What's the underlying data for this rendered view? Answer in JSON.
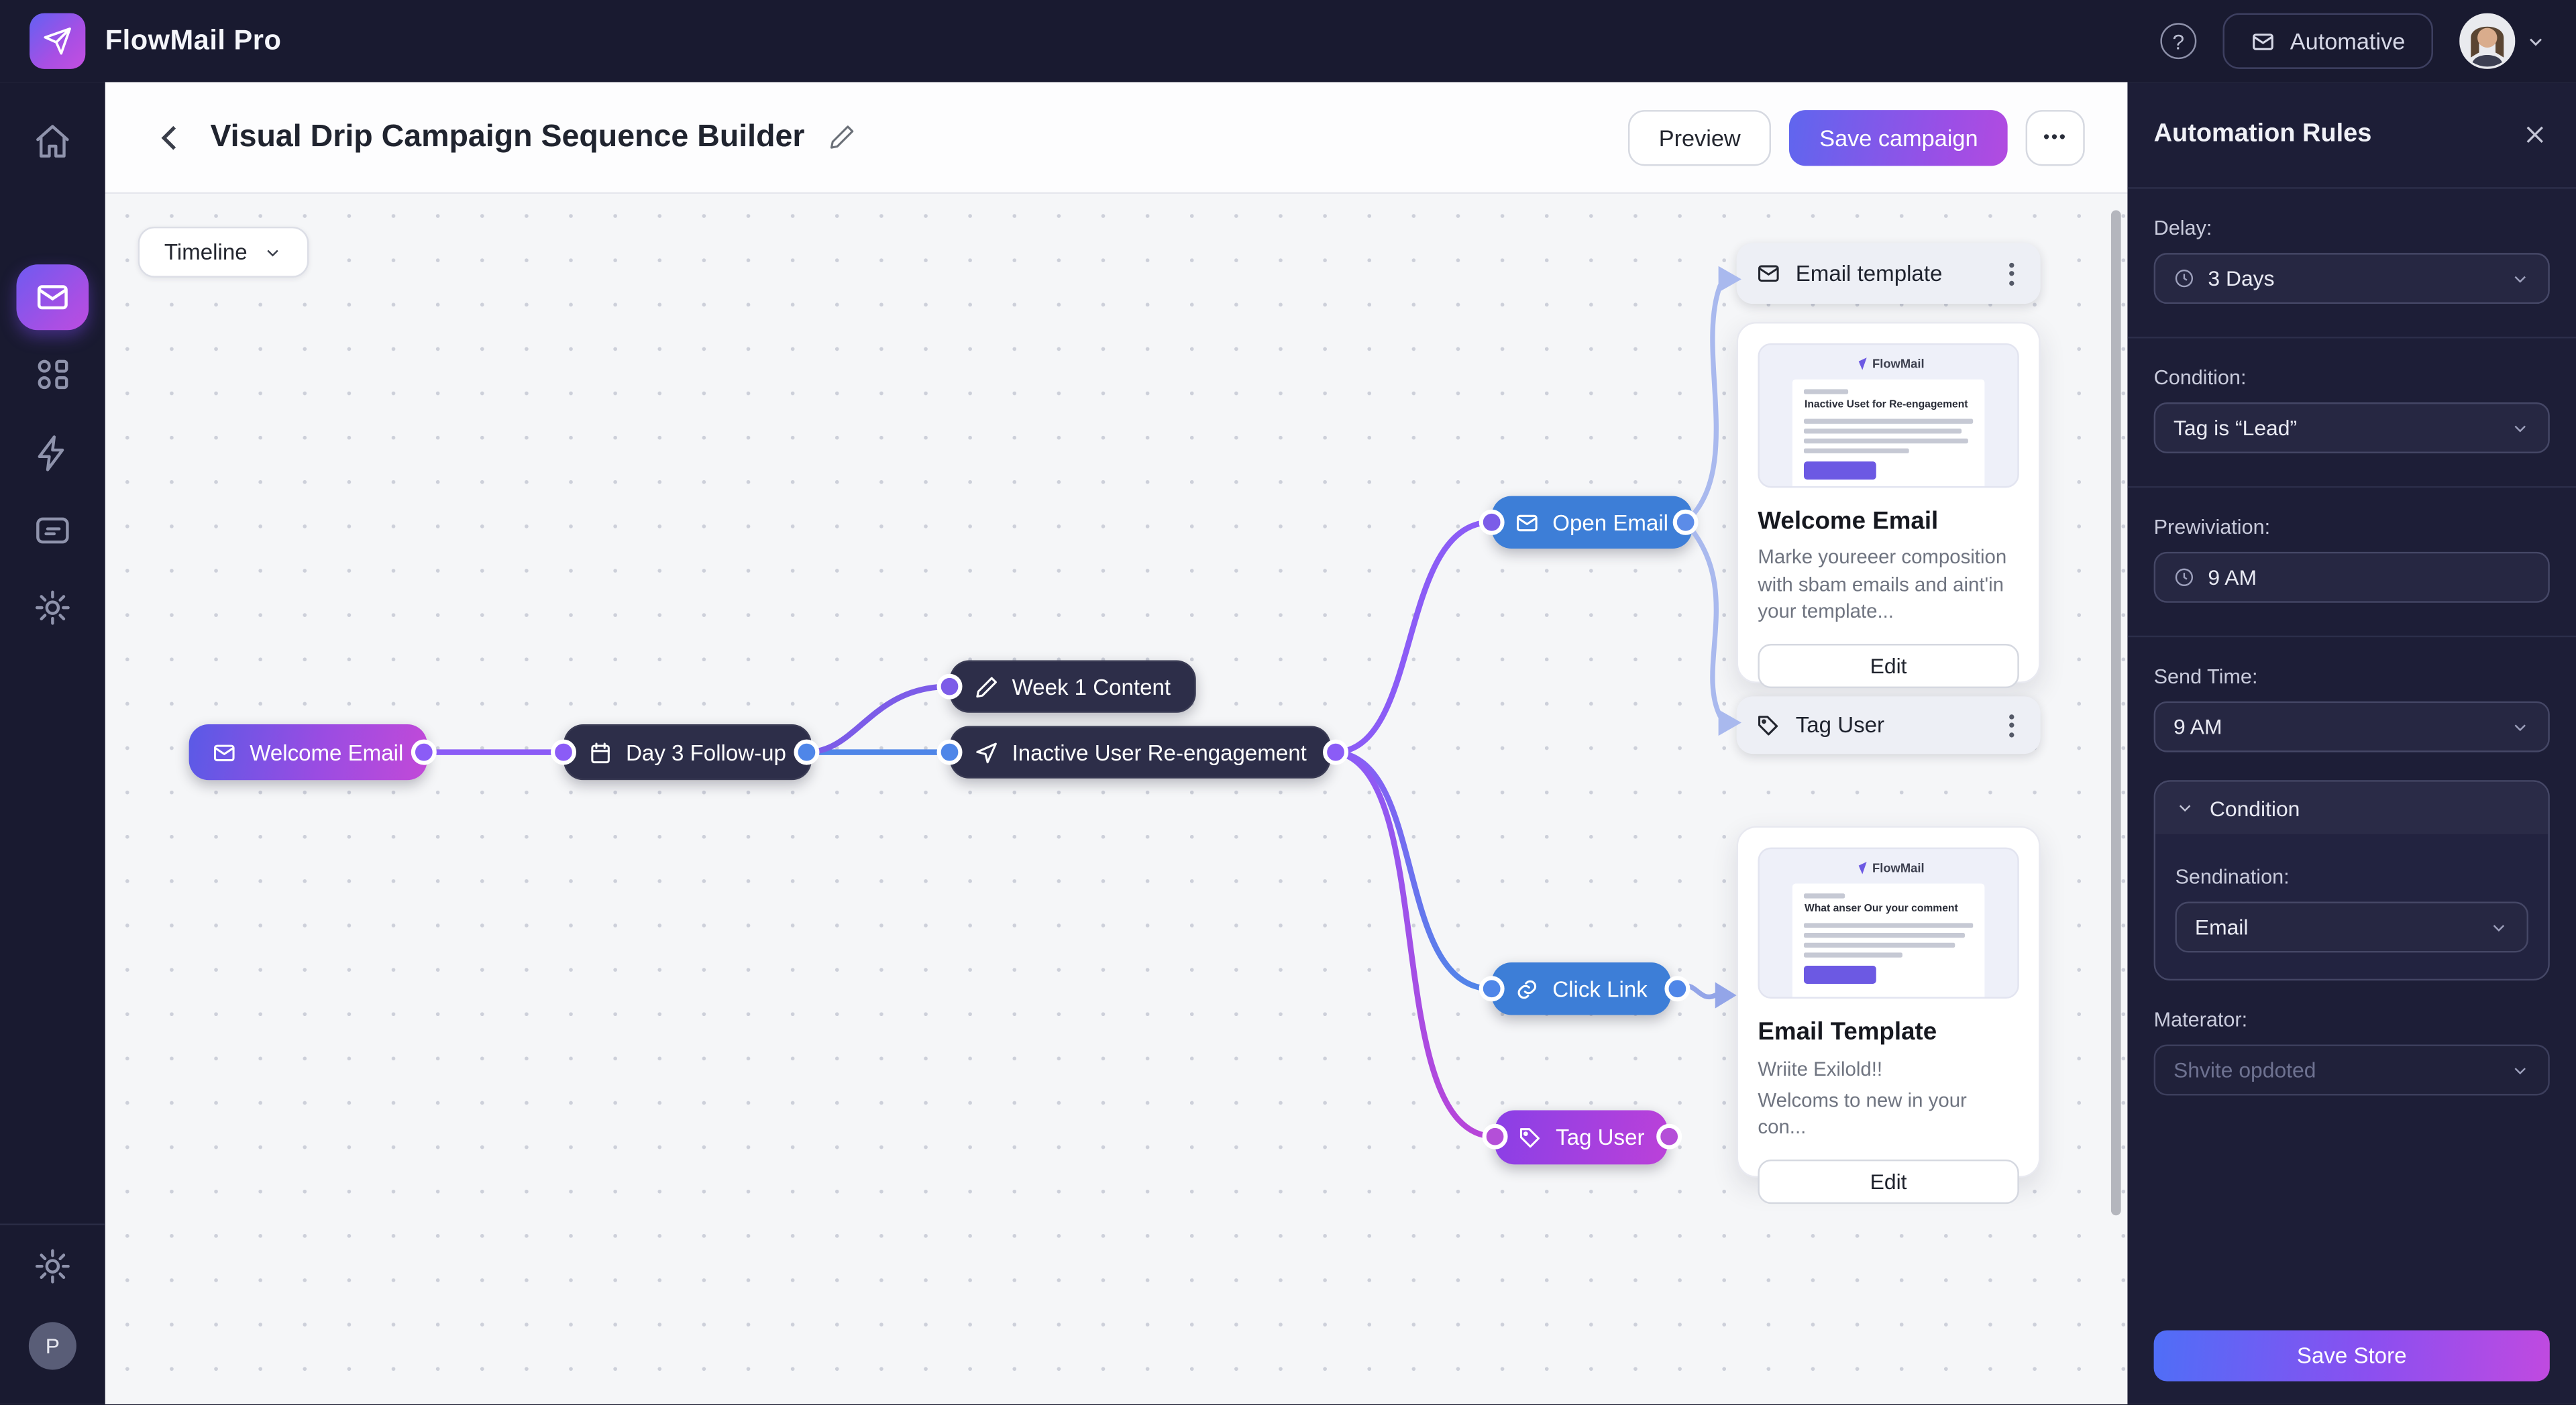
{
  "topbar": {
    "app_name": "FlowMail Pro",
    "help": "?",
    "automation_button": "Automative"
  },
  "sidebar": {
    "icons": [
      "home",
      "mail",
      "apps",
      "zap",
      "inbox",
      "settings"
    ],
    "bottom_icons": [
      "settings"
    ],
    "profile_initial": "P"
  },
  "header": {
    "title": "Visual Drip Campaign Sequence Builder",
    "preview_button": "Preview",
    "save_button": "Save campaign",
    "more_button": "•••"
  },
  "canvas": {
    "view_selector": "Timeline",
    "nodes": {
      "welcome_email": "Welcome Email",
      "day3_followup": "Day 3 Follow-up",
      "week1_content": "Week 1 Content",
      "inactive_user": "Inactive User Re-engagement",
      "open_email": "Open Email",
      "click_link": "Click Link",
      "tag_user": "Tag User"
    },
    "templates": {
      "header_pill": "Email template",
      "tag_pill": "Tag User",
      "card1": {
        "brand": "FlowMail",
        "preview_heading": "Inactive Uset for Re-engagement",
        "title": "Welcome Email",
        "description": "Marke youreeer composition with sbam emails and aint'in your template...",
        "edit_button": "Edit"
      },
      "card2": {
        "brand": "FlowMail",
        "preview_heading": "What anser Our your comment",
        "title": "Email Template",
        "line1": "Wriite Exilold!!",
        "line2": "Welcoms to new in your con...",
        "edit_button": "Edit"
      }
    }
  },
  "panel": {
    "title": "Automation Rules",
    "delay_label": "Delay:",
    "delay_value": "3 Days",
    "condition_label": "Condition:",
    "condition_value": "Tag is “Lead”",
    "previviation_label": "Prewiviation:",
    "previviation_value": "9 AM",
    "send_time_label": "Send Time:",
    "send_time_value": "9 AM",
    "group_header": "Condition",
    "sendination_label": "Sendination:",
    "sendination_value": "Email",
    "materator_label": "Materator:",
    "materator_value": "Shvite opdoted",
    "save_button": "Save Store"
  },
  "colors": {
    "accent_gradient_start": "#5f66ee",
    "accent_gradient_end": "#c04ae0",
    "node_blue": "#3d7ed7",
    "node_dark": "#2d2e49",
    "panel_bg": "#1d1e37",
    "canvas_bg": "#f5f6f8"
  }
}
